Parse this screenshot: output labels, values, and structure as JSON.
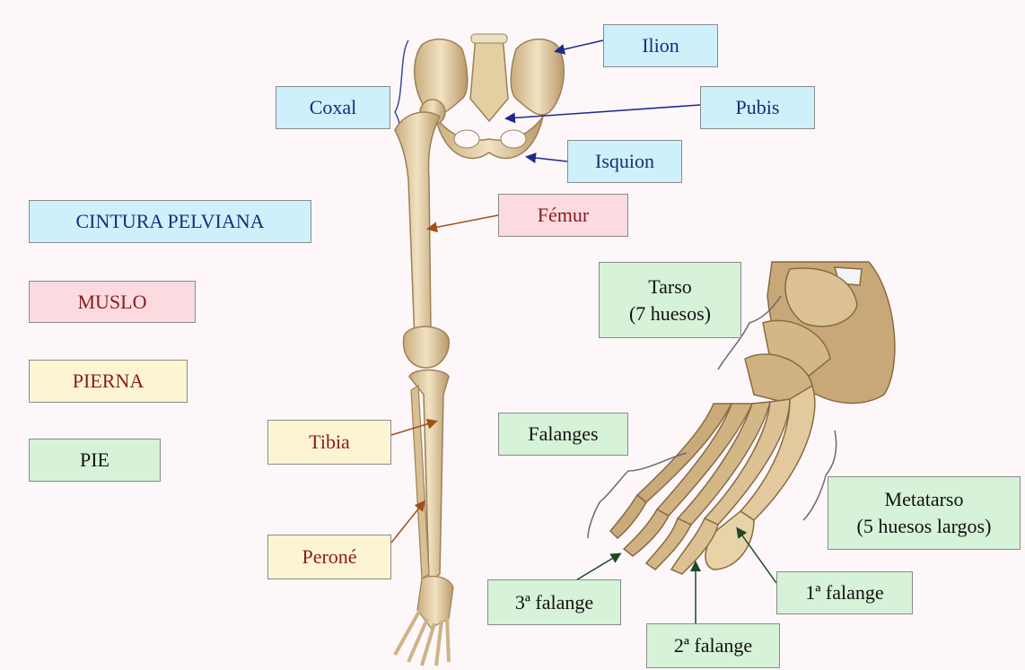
{
  "labels": {
    "ilion": "Ilion",
    "coxal": "Coxal",
    "pubis": "Pubis",
    "isquion": "Isquion",
    "femur": "Fémur",
    "cintura_pelviana": "CINTURA PELVIANA",
    "muslo": "MUSLO",
    "pierna": "PIERNA",
    "pie": "PIE",
    "tibia": "Tibia",
    "perone": "Peroné",
    "tarso_line1": "Tarso",
    "tarso_line2": "(7 huesos)",
    "falanges": "Falanges",
    "metatarso_line1": "Metatarso",
    "metatarso_line2": "(5 huesos largos)",
    "falange1": "1ª falange",
    "falange2": "2ª falange",
    "falange3": "3ª falange"
  },
  "colors": {
    "blue_box": "#cdf0fb",
    "pink_box": "#fbdbe0",
    "yellow_box": "#fdf5d2",
    "green_box": "#d6f2d8",
    "bone": "#e8d6b0",
    "bone_shadow": "#b89a6a"
  }
}
